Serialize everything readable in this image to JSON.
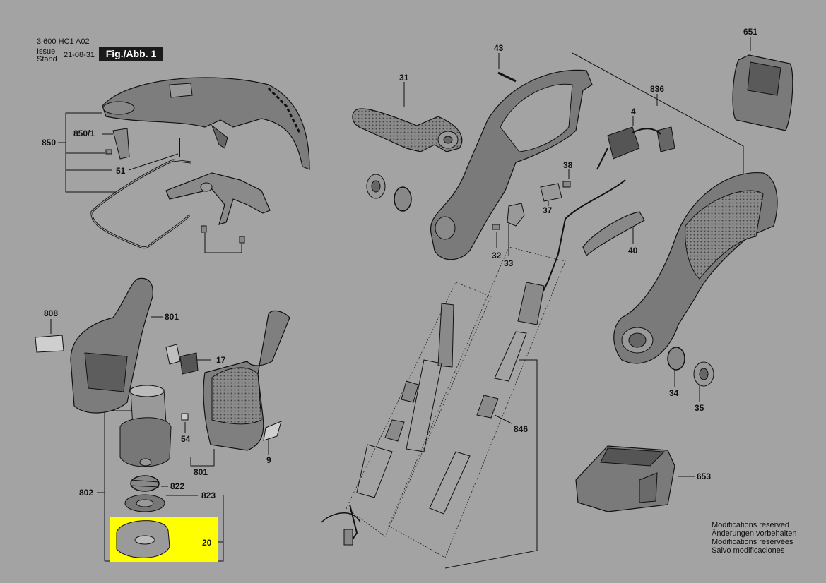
{
  "header": {
    "doc_number": "3 600 HC1 A02",
    "issue_label": "Issue",
    "stand_label": "Stand",
    "date": "21-08-31",
    "figure": "Fig./Abb. 1"
  },
  "colors": {
    "background": "#a3a3a3",
    "part_fill": "#7a7a7a",
    "part_stroke": "#111111",
    "highlight": "#ffff00"
  },
  "labels": {
    "p850": "850",
    "p850_1": "850/1",
    "p51": "51",
    "p808": "808",
    "p801a": "801",
    "p801b": "801",
    "p17": "17",
    "p54": "54",
    "p9": "9",
    "p802": "802",
    "p822": "822",
    "p823": "823",
    "p20": "20",
    "p31": "31",
    "p43": "43",
    "p836": "836",
    "p651": "651",
    "p4": "4",
    "p38": "38",
    "p37": "37",
    "p32": "32",
    "p33": "33",
    "p40": "40",
    "p846": "846",
    "p34": "34",
    "p35": "35",
    "p653": "653"
  },
  "modifications": [
    "Modifications reserved",
    "Änderungen vorbehalten",
    "Modifications resérvées",
    "Salvo modificaciones"
  ]
}
